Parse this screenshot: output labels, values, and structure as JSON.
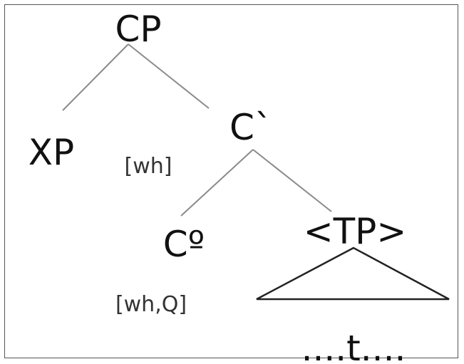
{
  "tree": {
    "nodes": {
      "cp": "CP",
      "xp": "XP",
      "c_bar": "C`",
      "c_head": "Cº",
      "tp": "<TP>",
      "trace": "....t...."
    },
    "features": {
      "xp_feature": "[wh]",
      "c_head_feature": "[wh,Q]"
    }
  }
}
